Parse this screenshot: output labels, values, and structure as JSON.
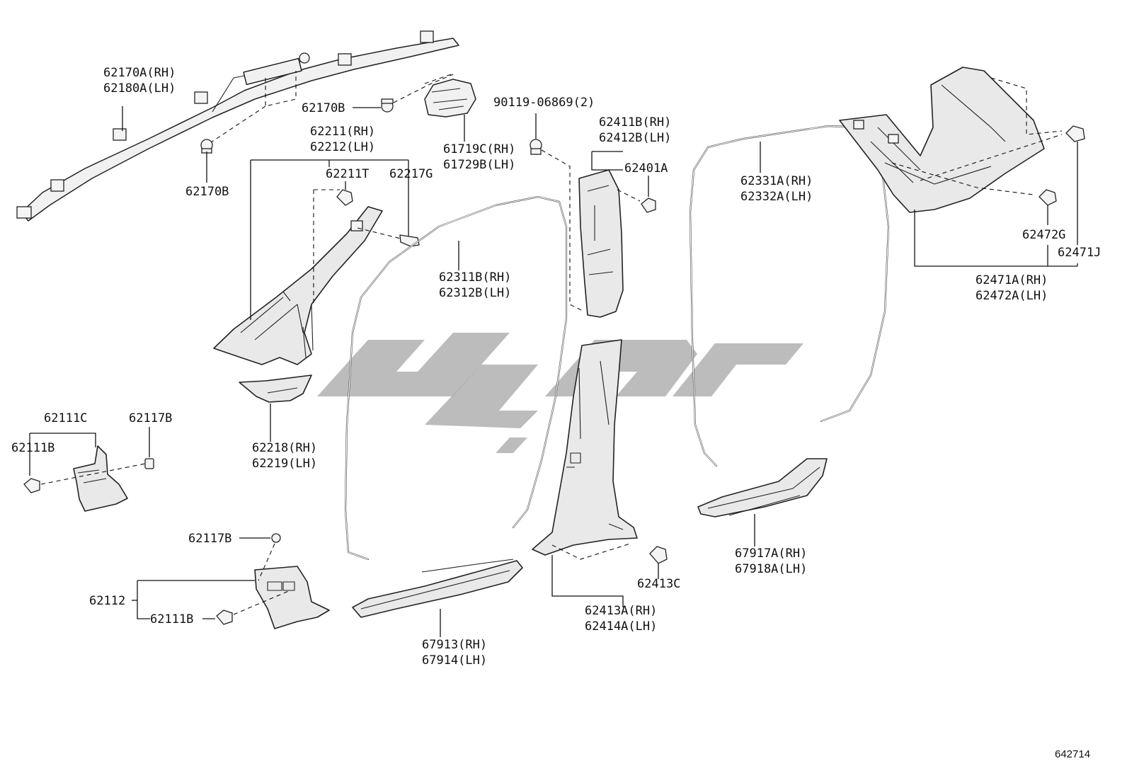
{
  "diagram_ref": "642714",
  "callouts": [
    {
      "id": "c1",
      "lines": [
        "62170A(RH)",
        "62180A(LH)"
      ]
    },
    {
      "id": "c2",
      "lines": [
        "62170B"
      ]
    },
    {
      "id": "c3",
      "lines": [
        "62170B"
      ]
    },
    {
      "id": "c4",
      "lines": [
        "90119-06869(2)"
      ]
    },
    {
      "id": "c5",
      "lines": [
        "61719C(RH)",
        "61729B(LH)"
      ]
    },
    {
      "id": "c6",
      "lines": [
        "62211(RH)",
        "62212(LH)"
      ]
    },
    {
      "id": "c7",
      "lines": [
        "62211T"
      ]
    },
    {
      "id": "c8",
      "lines": [
        "62217G"
      ]
    },
    {
      "id": "c9",
      "lines": [
        "62411B(RH)",
        "62412B(LH)"
      ]
    },
    {
      "id": "c10",
      "lines": [
        "62401A"
      ]
    },
    {
      "id": "c11",
      "lines": [
        "62331A(RH)",
        "62332A(LH)"
      ]
    },
    {
      "id": "c12",
      "lines": [
        "62472G"
      ]
    },
    {
      "id": "c13",
      "lines": [
        "62471J"
      ]
    },
    {
      "id": "c14",
      "lines": [
        "62471A(RH)",
        "62472A(LH)"
      ]
    },
    {
      "id": "c15",
      "lines": [
        "62311B(RH)",
        "62312B(LH)"
      ]
    },
    {
      "id": "c16",
      "lines": [
        "62218(RH)",
        "62219(LH)"
      ]
    },
    {
      "id": "c17",
      "lines": [
        "62111C"
      ]
    },
    {
      "id": "c18",
      "lines": [
        "62117B"
      ]
    },
    {
      "id": "c19",
      "lines": [
        "62111B"
      ]
    },
    {
      "id": "c20",
      "lines": [
        "62117B"
      ]
    },
    {
      "id": "c21",
      "lines": [
        "62112"
      ]
    },
    {
      "id": "c22",
      "lines": [
        "62111B"
      ]
    },
    {
      "id": "c23",
      "lines": [
        "67913(RH)",
        "67914(LH)"
      ]
    },
    {
      "id": "c24",
      "lines": [
        "62413C"
      ]
    },
    {
      "id": "c25",
      "lines": [
        "62413A(RH)",
        "62414A(LH)"
      ]
    },
    {
      "id": "c26",
      "lines": [
        "67917A(RH)",
        "67918A(LH)"
      ]
    }
  ]
}
